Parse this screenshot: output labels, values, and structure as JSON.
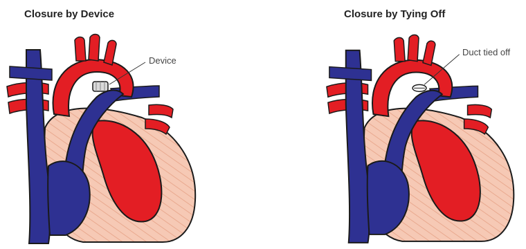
{
  "panels": [
    {
      "title": "Closure by Device",
      "callout": "Device"
    },
    {
      "title": "Closure by Tying Off",
      "callout": "Duct tied off"
    }
  ],
  "colors": {
    "oxygenated": "#e31e24",
    "deoxygenated": "#2e3192",
    "myocardium": "#f6c9b5",
    "outline": "#1a1a1a"
  }
}
